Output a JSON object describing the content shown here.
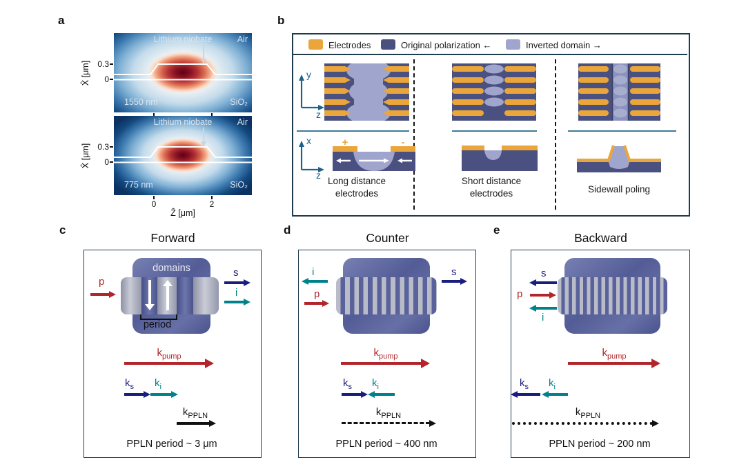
{
  "panel_a": {
    "label": "a",
    "ylabel": "X̂ [μm]",
    "xlabel": "Ẑ [μm]",
    "yticks": [
      "0.3",
      "0"
    ],
    "xticks": [
      "0",
      "2"
    ],
    "plots": [
      {
        "material": "Lithium niobate",
        "top_right": "Air",
        "wavelength": "1550 nm",
        "substrate": "SiO₂"
      },
      {
        "material": "Lithium niobate",
        "top_right": "Air",
        "wavelength": "775 nm",
        "substrate": "SiO₂"
      }
    ]
  },
  "panel_b": {
    "label": "b",
    "legend": [
      {
        "label": "Electrodes"
      },
      {
        "label": "Original polarization ←"
      },
      {
        "label": "Inverted domain →"
      }
    ],
    "top_axis": {
      "v": "y",
      "h": "z"
    },
    "bottom_axis": {
      "v": "x",
      "h": "z"
    },
    "electrode_polarity": {
      "plus": "+",
      "minus": "-"
    },
    "captions": [
      [
        "Long distance",
        "electrodes"
      ],
      [
        "Short distance",
        "electrodes"
      ],
      [
        "Sidewall poling"
      ]
    ]
  },
  "panel_c": {
    "label": "c",
    "title": "Forward",
    "domains_label": "domains",
    "period_label": "period",
    "p": "p",
    "s": "s",
    "i": "i",
    "k_pump": {
      "base": "k",
      "sub": "pump"
    },
    "k_s": {
      "base": "k",
      "sub": "s"
    },
    "k_i": {
      "base": "k",
      "sub": "i"
    },
    "k_ppln": {
      "base": "k",
      "sub": "PPLN"
    },
    "caption": "PPLN period ~ 3 μm"
  },
  "panel_d": {
    "label": "d",
    "title": "Counter",
    "p": "p",
    "s": "s",
    "i": "i",
    "k_pump": {
      "base": "k",
      "sub": "pump"
    },
    "k_s": {
      "base": "k",
      "sub": "s"
    },
    "k_i": {
      "base": "k",
      "sub": "i"
    },
    "k_ppln": {
      "base": "k",
      "sub": "PPLN"
    },
    "caption": "PPLN period ~ 400 nm"
  },
  "panel_e": {
    "label": "e",
    "title": "Backward",
    "p": "p",
    "s": "s",
    "i": "i",
    "k_pump": {
      "base": "k",
      "sub": "pump"
    },
    "k_s": {
      "base": "k",
      "sub": "s"
    },
    "k_i": {
      "base": "k",
      "sub": "i"
    },
    "k_ppln": {
      "base": "k",
      "sub": "PPLN"
    },
    "caption": "PPLN period ~ 200 nm"
  },
  "colors": {
    "pump_red": "#b2262b",
    "signal_blue": "#191e7e",
    "idler_teal": "#00828a",
    "electrode_orange": "#eaa63a",
    "original_polarization_navy": "#4a5181",
    "inverted_domain_lavender": "#9fa5cc",
    "device_chip_blue": "#5d66a0",
    "axis_blue": "#1e6189",
    "mode_plot_background": "#0b3263"
  }
}
